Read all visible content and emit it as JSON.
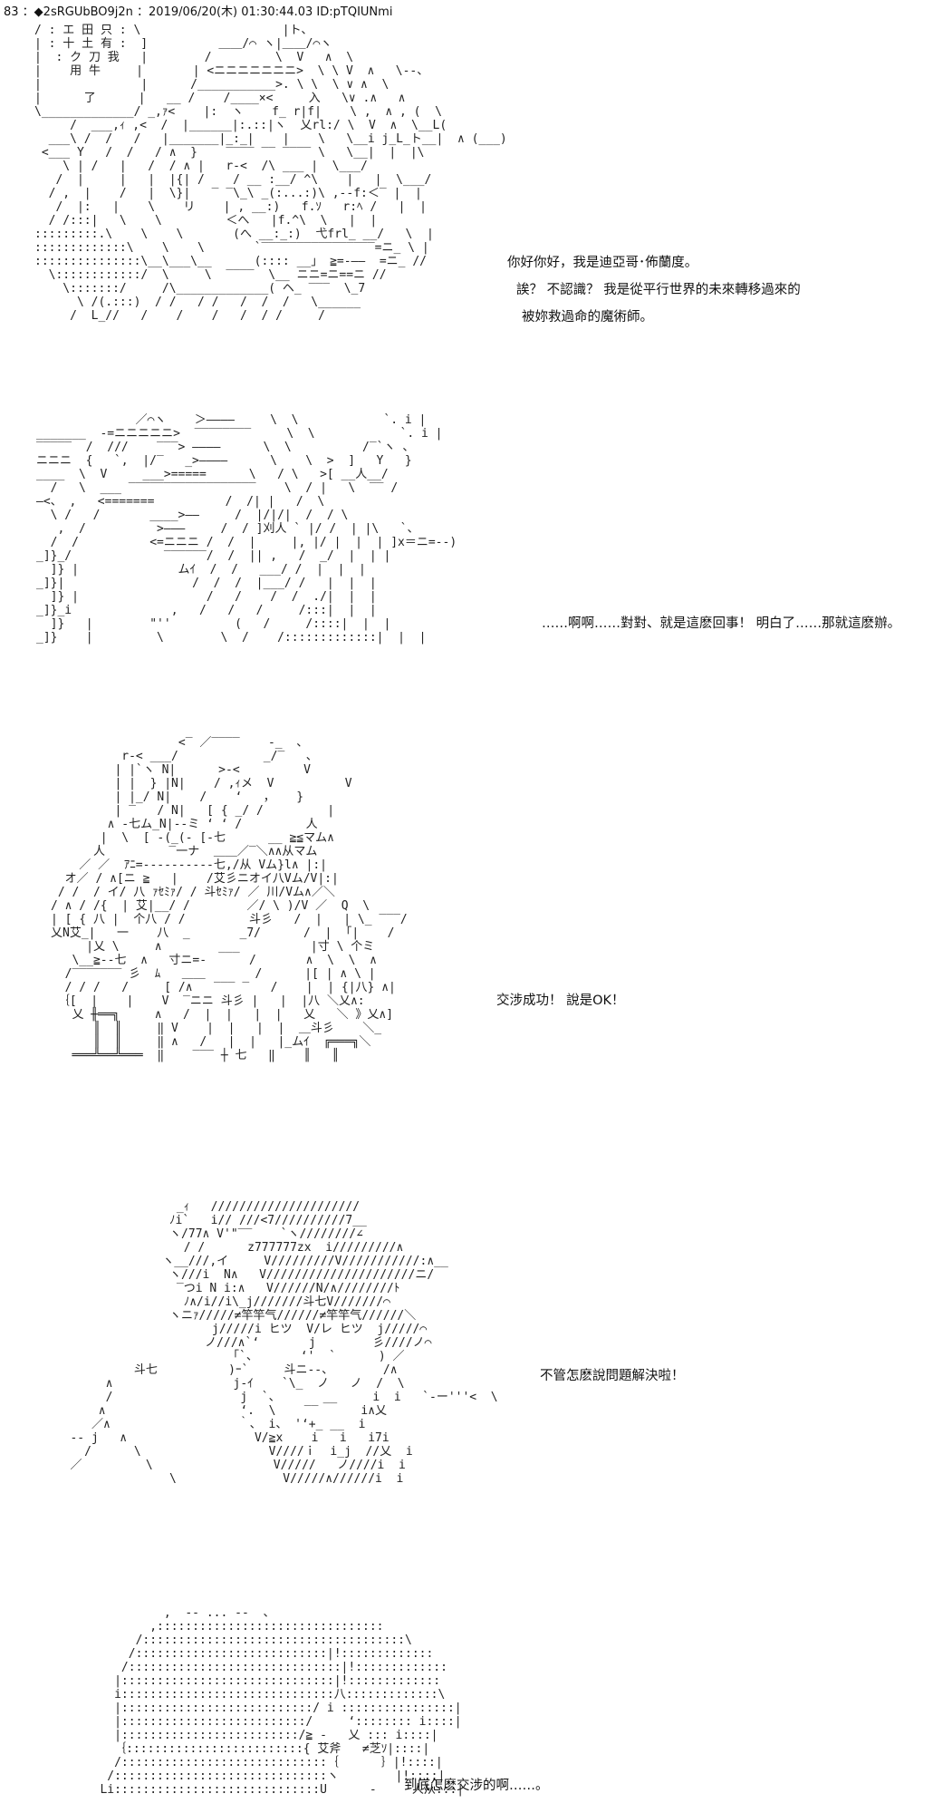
{
  "post_header": "83 ：◆2sRGUbBO9j2n ：2019/06/20(木) 01:30:44.03 ID:pTQIUNmi",
  "panels": [
    {
      "art": "/ : エ 田 只 : \\                    |ト、\n| : 十 土 有 :  ]          ＿＿/⌒ ヽ|＿＿/⌒ヽ\n|  : ク 刀 我   |        /         \\  V   ∧  \\\n|    用 牛     |       | <ニニニニニニニ>  \\ \\ V  ∧   \\--、\n|              |      /___________>. \\ \\  \\ ∨ ∧  \\\n|      了      |   __ /    /____×<     入   \\∨ .∧   ∧\n\\_____________/ _,ｧ<    |:  ヽ    f̲ r|f|    \\ ,  ∧ , (  \\\n     /  ___,ｨ ,<  /  |______|:.::|ヽ  乂rl:/ \\  V  ∧  \\__L(\n  ___\\ /  /   /   |_______|_:_|    |    \\   \\__i j_L_ト__|  ∧ (___)\n <___ Y   /  /   / ∧  }    ‾‾‾‾ ‾‾ ‾‾‾‾ \\   \\__|  |  |\\\n    \\ | /   |   /  / ∧ |   r‐<  /\\ ___ |  \\___/\n   /  |     |   |  |{| /    / __ :__/ ^\\    |   |  \\___/\n  / ,  |    /   |  \\}|   ‾ ‾\\_\\ _(:...:)\\ ,--f:＜‾ |  |\n   /  |:   |    \\    リ    | , __:)   f.ｿ   r:ﾍ /   |  |\n  / /:::|   \\    \\         ＜へ   |f.^\\  \\   |  |\n:::::::::.\\    \\    \\       (へ __:_:)  弋frl_ __/   \\  |\n:::::::::::::\\    \\    \\       `‾‾‾‾‾‾‾‾‾‾‾‾‾‾‾‾=ニ_ \\ |\n:::::::::::::::\\__\\___\\__      (:::: __」 ≧=-——  =ニ_ //\n  \\::::::::::::/  \\     \\  ‾‾‾‾  \\__ ニニ=ニ==ニ //\n    \\:::::::/     /\\_____________( ヘ_ ‾‾‾  \\_7\n      \\ /(.:::)  / /   / /   /  /  /   \\______\n     /  L_//   /    /    /   /  / /     /",
      "text": [
        "你好你好，我是迪亞哥･佈蘭度。",
        "誒？ 不認識？ 我是從平行世界的未來轉移過來的",
        "被妳救過命的魔術師。"
      ]
    },
    {
      "art": "              ／⌒ヽ    ＞————     \\  \\            `. i |\n_______  -=ニニニニニ>  ‾‾‾‾‾‾‾‾     \\  \\            `. i |\n‾‾‾‾‾  /  ///    ‾‾‾> ————      \\  \\          /‾`ヽ 、\nニニニ  {   `,  |/‾   _>————      \\    \\  >  ]   Y   }\n____  \\  V     ___>=====      \\   / \\   >[ __人__/\n  /   \\  ___ ‾‾‾‾‾‾‾‾‾‾‾‾‾‾‾‾‾‾    \\  / |   \\  ‾‾ /\n―<、 ,   <=======          /  /| |   /  \\\n  \\ /   /       ____>——     /  |/|/|  /  / \\\n   ,  /          >———     /  / ]刈人 ` |/ /  | |\\   `、\n  /  /          <=ニニニ /  /  |     |, |/ |  |  | ]x＝ニ=--)\n_]}_/             ‾‾‾‾‾‾/  /  || ,   /  _/  |  | |\n  ]} |              ムｲ  /  /   ___/ /  |  |  |\n_]}|                  /  /  /  |___/ /   |  |  |\n  ]} |                  /   /    /  /  ./|  |  |\n_]}_i              ,   /   /   /     /:::|  |  |\n  ]}   |        \"''         (   /     /::::|  |  |\n_]}    |         \\        \\  /    /:::::::::::::|  |  |",
      "text": [
        "……啊啊……對對、就是這麽回事！ 明白了……那就這麽辦。"
      ]
    },
    {
      "art": "                  <‾ ／‾‾‾‾    ‐_  、\n          r‐< ___/            _/‾   、\n         | |`ヽ N|      >‐<         V\n         | |  } |N|    / ,ｨメ  V          V\n         | |_/ N|    /    ‘   ，   }\n         | ‾   / N|   [ { _/ /         |\n        ∧ -七ム_N|--ミ ‘ ‘ /         人\n       |  \\  [ -(_(- [-七      __ ≧≦マム∧\n      人         ‾一ナ  ＿＿／‾＼∧∧从マム\n    ／ ／  ｱﾆ=‐‐‐‐‐‐‐‐‐‐七,/从 Vム}l∧ |:|\n  オ／ / ∧[ニ ≧   |    /艾彡ニオイ八Vム/V|:|\n / /  / イ/ 八 ｧｾﾐｧ/ / 斗ｾﾐｧ/ ／ 川/Vム∧／＼\n/ ∧ / /{  | 艾|__/ /        ／/ \\ )/V ／  Q  \\\n| [ { 八 |  个八 / /         斗彡   /  |   | \\_ ‾‾‾/\n乂N艾_|   一    八  _       _7/      /  |  ｢|    /\n     |乂 \\     ∧        ___          |寸 \\ 个ミ\n   \\__≧‐‐七  ∧   寸ニ=-      /       ∧  \\  \\  ∧\n  /‾‾‾‾‾‾‾ 彡  ﾑ   ＿＿       /      |[ | ∧ \\ |\n  / / /   /     [ /∧   ‾‾‾ ‾   /    |  | {|八} ∧|\n ｛[  |    |    V  ‾ニニ 斗彡 |   |  |八 ＼乂∧:\n   乂 ╫══╗     ∧   /  |  |   |  |   乂   ＼ 》乂∧]\n      ║  ║     ‖ V    |  |   |  |  ＿斗彡    ＼_\n      ║  ║     ‖ ∧   /   |  |   |_ムｲ  ╔═══╗＼\n   ═══╩══╩═══  ‖    ‾‾‾ ┼ 七   ‖    ║   ║",
      "text": [
        "交涉成功！ 說是OK！"
      ]
    },
    {
      "art": "                  _ｨ   /////////////////////\n                 ﾉi`   i// ///<7//////////7__\n                 ヽ/77∧ V'\"‾‾    `ヽ////////∠\n                   / /      z777777zx  i/////////∧\n                ヽ__///,イ     V/////////V///////////:∧__\n                 ヽ///i  N∧   V/////////////////////ニ/\n                  ‾つi N i:∧   V//////N/∧////////ﾄ\n                   ﾉ∧/i//i\\_j///////斗七V///////⌒\n                 ヽニｧ/////≠竿竿气//////≠竿竿气//////＼\n                       j/////i ヒツ  V/レ ヒツ  j/////⌒\n                      ノ///∧`‘       j        彡////ノ⌒\n                          ｢`、      ‘'  `      ) ／\n            斗七          )ｰ`     斗ニ--、       /∧\n        ∧                 j-ｲ    `\\_  ノ   ノ  /  \\\n        /                  j  `、      __     i  i   `‐ー'''<  \\\n       ∧                   ‘.  \\    ‾‾      i∧乂\n      ／∧                  ｀、 i、 '‘+_ __  i\n   ‐‐ j   ∧                  V/≧x    i   i   i7i\n     /      \\                  V////ｉ  i_j  //乂  i\n   ／         \\                 V/////   ノ////i  i\n                 \\               V/////∧//////i  i",
      "text": [
        "不管怎麽說問題解決啦！"
      ]
    },
    {
      "art": "                  ,  ‐‐ ... ‐‐  、\n                ,::::::::::::::::::::::::::::::::\n              /:::::::::::::::::::::::::::::::::::::\\\n             /:::::::::::::::::::::::::::|!:::::::::::::\n            /::::::::::::::::::::::::::::::|!:::::::::::::\n           |::::::::::::::::::::::::::::::|!:::::::::::::\n           i::::::::::::::::::::::::::::::八:::::::::::::\\\n           |:::::::::::::::::::::::::::/ i ::::::::::::::::|\n           |::::::::::::::::::::::::::/     ‘:::::::: i::::|\n           |:::::::::::::::::::::::::/≧ ‐   乂 ::: i::::|\n           ｛:::::::::::::::::::::::::{ 艾斧   ≠芝ｿ|::::|\n           /:::::::::::::::::::::::::::::｛      ｝|!::::|\n          /::::::::::::::::::::::::::::::ヽ        |!::::|\n         Li:::::::::::::::::::::::::::::U      ‐     人从:::|",
      "text": [
        "到底怎麽交涉的啊……。"
      ]
    }
  ]
}
